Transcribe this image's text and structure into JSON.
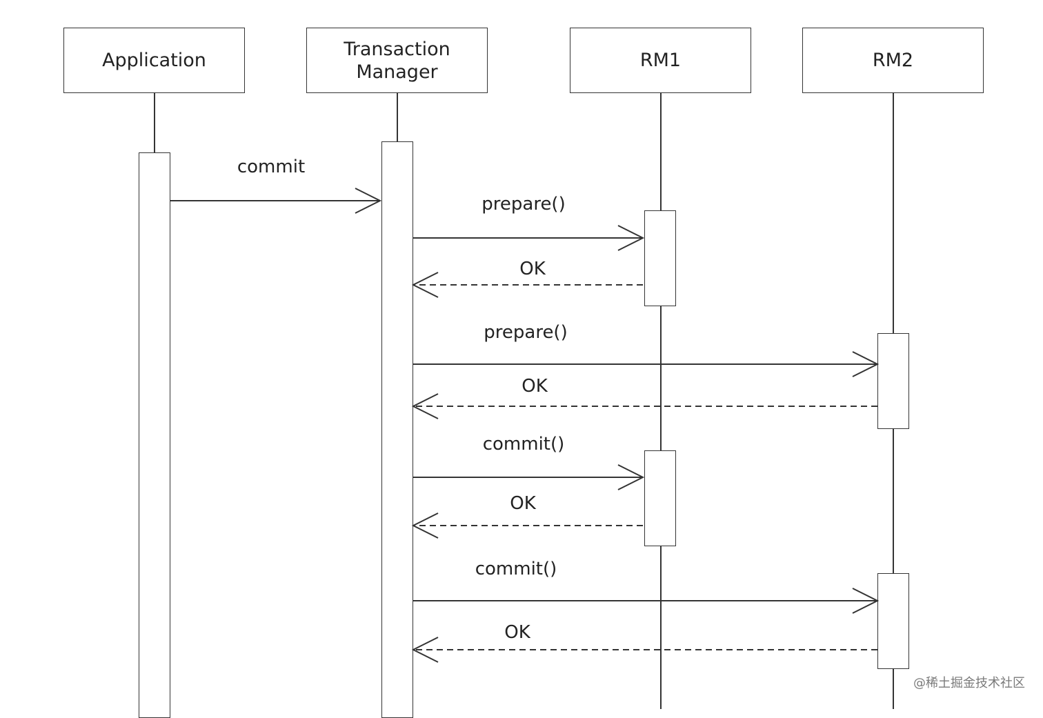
{
  "participants": {
    "application": "Application",
    "transaction_manager_line1": "Transaction",
    "transaction_manager_line2": "Manager",
    "rm1": "RM1",
    "rm2": "RM2"
  },
  "messages": {
    "m1": "commit",
    "m2": "prepare()",
    "m3": "OK",
    "m4": "prepare()",
    "m5": "OK",
    "m6": "commit()",
    "m7": "OK",
    "m8": "commit()",
    "m9": "OK"
  },
  "watermark": "@稀土掘金技术社区"
}
